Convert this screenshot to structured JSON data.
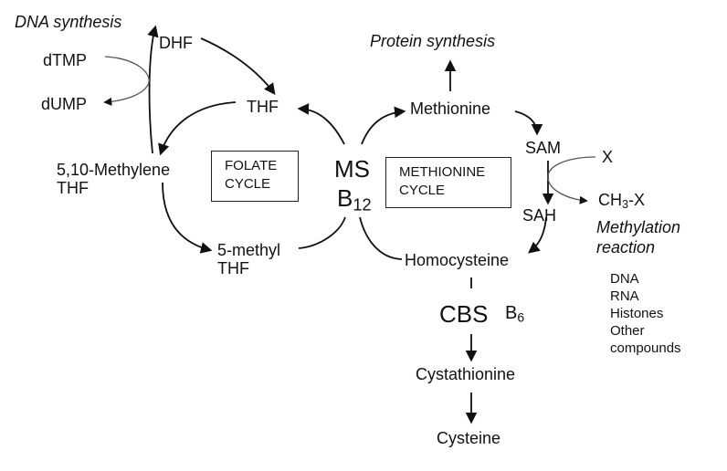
{
  "diagram": {
    "nodes": {
      "dna_synthesis": "DNA synthesis",
      "dhf": "DHF",
      "dtmp": "dTMP",
      "dump": "dUMP",
      "thf": "THF",
      "methylene_thf_1": "5,10-Methylene",
      "methylene_thf_2": "THF",
      "methyl_thf_1": "5-methyl",
      "methyl_thf_2": "THF",
      "folate_cycle_1": "FOLATE",
      "folate_cycle_2": "CYCLE",
      "ms": "MS",
      "b12_base": "B",
      "b12_sub": "12",
      "protein_synthesis": "Protein synthesis",
      "methionine": "Methionine",
      "methionine_cycle_1": "METHIONINE",
      "methionine_cycle_2": "CYCLE",
      "sam": "SAM",
      "sah": "SAH",
      "x": "X",
      "ch3x_pre": "CH",
      "ch3x_sub": "3",
      "ch3x_post": "-X",
      "methylation_1": "Methylation",
      "methylation_2": "reaction",
      "homocysteine": "Homocysteine",
      "cbs": "CBS",
      "b6_base": "B",
      "b6_sub": "6",
      "cystathionine": "Cystathionine",
      "cysteine": "Cysteine"
    },
    "methylation_targets": [
      "DNA",
      "RNA",
      "Histones",
      "Other",
      "compounds"
    ]
  }
}
